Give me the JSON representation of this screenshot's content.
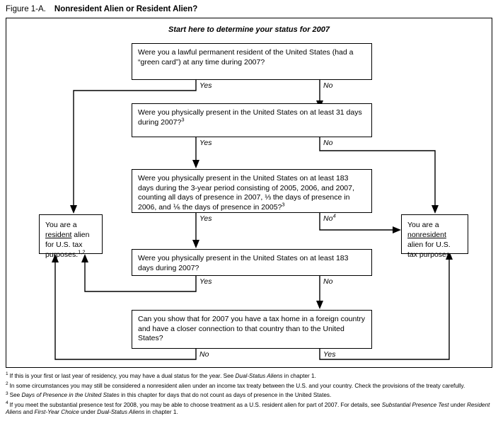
{
  "figure": {
    "label": "Figure 1-A.",
    "title": "Nonresident Alien or Resident Alien?"
  },
  "chart": {
    "start_caption": "Start here to determine your status for 2007",
    "nodes": {
      "q1": {
        "text": "Were you a lawful permanent resident of the United States (had a “green card”) at any time during 2007?",
        "yes_label": "Yes",
        "no_label": "No"
      },
      "q2": {
        "text_part1": "Were you physically present in the United States on at least 31 days during 2007?",
        "footnote_marker": "3",
        "yes_label": "Yes",
        "no_label": "No"
      },
      "q3": {
        "text_part1": "Were you physically present in the United States on at least 183 days during the 3-year period consisting of 2005, 2006, and 2007, counting all days of presence in 2007, ⅓ the days of presence in 2006, and ⅙ the days of presence in 2005?",
        "footnote_marker": "3",
        "yes_label": "Yes",
        "no_label": "No",
        "no_footnote_marker": "4"
      },
      "q4": {
        "text": "Were you physically present in the United States on at least 183 days during 2007?",
        "yes_label": "Yes",
        "no_label": "No"
      },
      "q5": {
        "text": "Can you show that for 2007 you have a tax home in a foreign country and have a closer connection to that country than to the United States?",
        "no_label": "No",
        "yes_label": "Yes"
      },
      "resident": {
        "line1": "You are a",
        "emphasis": "resident",
        "line2": " alien",
        "line3": "for U.S. tax",
        "line4": "purposes.",
        "footnote_marker": "1,2"
      },
      "nonresident": {
        "line1": "You are a",
        "emphasis": "nonresident",
        "line2": "alien for U.S.",
        "line3": "tax purposes."
      }
    }
  },
  "footnotes": [
    {
      "marker": "1",
      "segments": [
        {
          "text": "If this is your first or last year of residency, you may have a dual status for the year. See ",
          "italic": false
        },
        {
          "text": "Dual-Status Aliens",
          "italic": true
        },
        {
          "text": " in chapter 1.",
          "italic": false
        }
      ]
    },
    {
      "marker": "2",
      "segments": [
        {
          "text": "In some circumstances you may still be considered a nonresident alien under an income tax treaty between the U.S. and your country. Check the provisions of the treaty carefully.",
          "italic": false
        }
      ]
    },
    {
      "marker": "3",
      "segments": [
        {
          "text": "See ",
          "italic": false
        },
        {
          "text": "Days of Presence in the United States",
          "italic": true
        },
        {
          "text": " in this chapter for days that do not count as days of presence in the United States.",
          "italic": false
        }
      ]
    },
    {
      "marker": "4",
      "segments": [
        {
          "text": "If you meet the substantial presence test for 2008, you may be able to choose treatment as a U.S. resident alien for part of 2007. For details, see ",
          "italic": false
        },
        {
          "text": "Substantial Presence Test",
          "italic": true
        },
        {
          "text": " under ",
          "italic": false
        },
        {
          "text": "Resident Aliens",
          "italic": true
        },
        {
          "text": " and ",
          "italic": false
        },
        {
          "text": "First-Year Choice",
          "italic": true
        },
        {
          "text": " under ",
          "italic": false
        },
        {
          "text": "Dual-Status Aliens",
          "italic": true
        },
        {
          "text": " in chapter 1.",
          "italic": false
        }
      ]
    }
  ],
  "colors": {
    "ink": "#000000",
    "background": "#ffffff"
  }
}
